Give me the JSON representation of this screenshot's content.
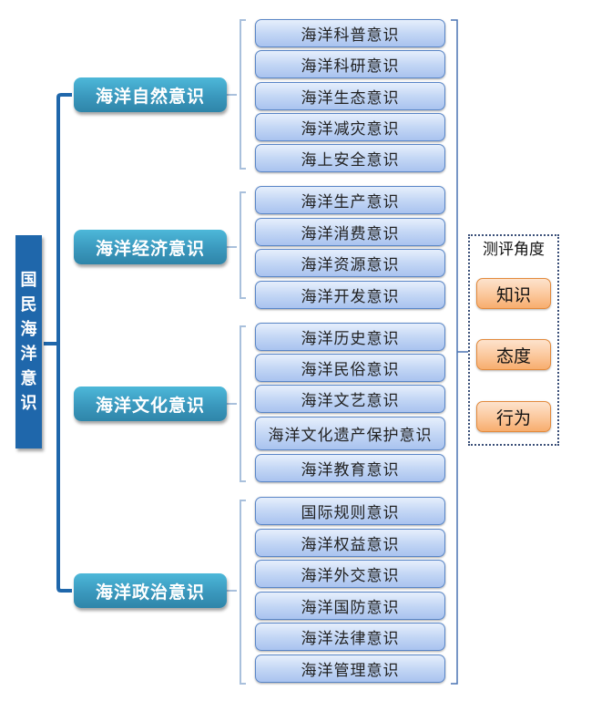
{
  "root": {
    "label": "国民海洋意识",
    "chars": [
      "国",
      "民",
      "海",
      "洋",
      "意",
      "识"
    ]
  },
  "categories": [
    {
      "label": "海洋自然意识",
      "items": [
        "海洋科普意识",
        "海洋科研意识",
        "海洋生态意识",
        "海洋减灾意识",
        "海上安全意识"
      ]
    },
    {
      "label": "海洋经济意识",
      "items": [
        "海洋生产意识",
        "海洋消费意识",
        "海洋资源意识",
        "海洋开发意识"
      ]
    },
    {
      "label": "海洋文化意识",
      "items": [
        "海洋历史意识",
        "海洋民俗意识",
        "海洋文艺意识",
        "海洋文化遗产保护意识",
        "海洋教育意识"
      ]
    },
    {
      "label": "海洋政治意识",
      "items": [
        "国际规则意识",
        "海洋权益意识",
        "海洋外交意识",
        "海洋国防意识",
        "海洋法律意识",
        "海洋管理意识"
      ]
    }
  ],
  "evaluation": {
    "title": "测评角度",
    "items": [
      "知识",
      "态度",
      "行为"
    ]
  },
  "colors": {
    "root_fill": "#1f67ab",
    "category_fill": "#3a98bd",
    "item_fill": "#c4d7f5",
    "item_border": "#5a86c7",
    "eval_fill": "#fbc79b",
    "eval_border": "#e38a3c",
    "main_line": "#1f67ab",
    "bracket_line": "#a9c0dc",
    "right_bracket_line": "#4a73b3"
  }
}
